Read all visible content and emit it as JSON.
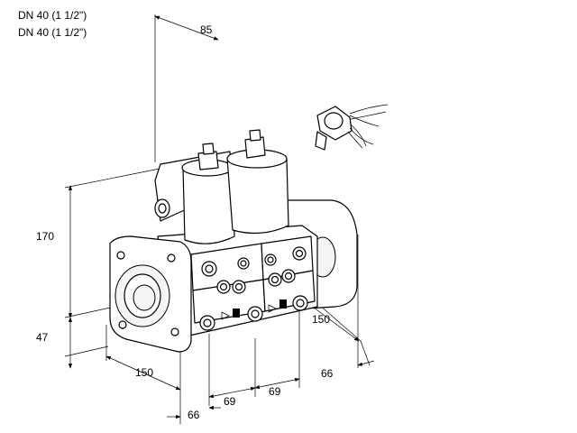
{
  "header": {
    "line1": "DN 40 (1 1/2\")",
    "line2": "DN 40 (1 1/2\")"
  },
  "dimensions": {
    "d85": "85",
    "d170": "170",
    "d47": "47",
    "d150_left": "150",
    "d150_right": "150",
    "d66_bottom": "66",
    "d66_right": "66",
    "d69_a": "69",
    "d69_b": "69"
  }
}
